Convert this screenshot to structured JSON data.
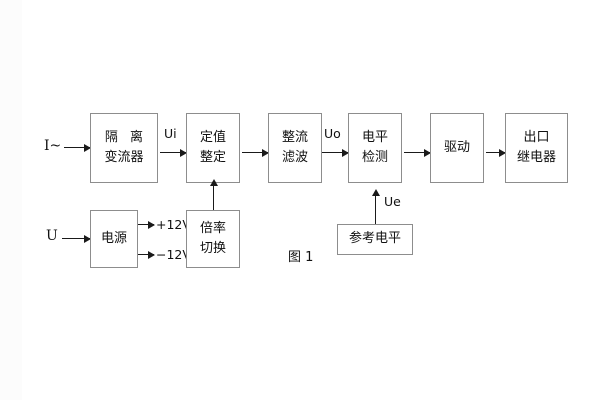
{
  "figure": {
    "caption": "图 1",
    "blocks": [
      {
        "id": "isolation-transformer",
        "line1": "隔 离",
        "line2": "变流器"
      },
      {
        "id": "setting-adjustment",
        "line1": "定值",
        "line2": "整定"
      },
      {
        "id": "rectify-filter",
        "line1": "整流",
        "line2": "滤波"
      },
      {
        "id": "level-detection",
        "line1": "电平",
        "line2": "检测"
      },
      {
        "id": "drive",
        "line1": "驱动",
        "line2": ""
      },
      {
        "id": "output-relay",
        "line1": "出口",
        "line2": "继电器"
      },
      {
        "id": "power-supply",
        "line1": "电源",
        "line2": ""
      },
      {
        "id": "multiplier-switch",
        "line1": "倍率",
        "line2": "切换"
      },
      {
        "id": "reference-level",
        "line1": "参考电平",
        "line2": ""
      }
    ],
    "signals": {
      "current_input": "I~",
      "voltage_input": "U",
      "ui": "Ui",
      "uo": "Uo",
      "ue": "Ue",
      "rail_positive": "+12V",
      "rail_negative": "−12V"
    },
    "colors": {
      "box_border": "#8d8d8d",
      "line": "#1a1a1a",
      "text": "#111111",
      "background": "#ffffff"
    }
  }
}
